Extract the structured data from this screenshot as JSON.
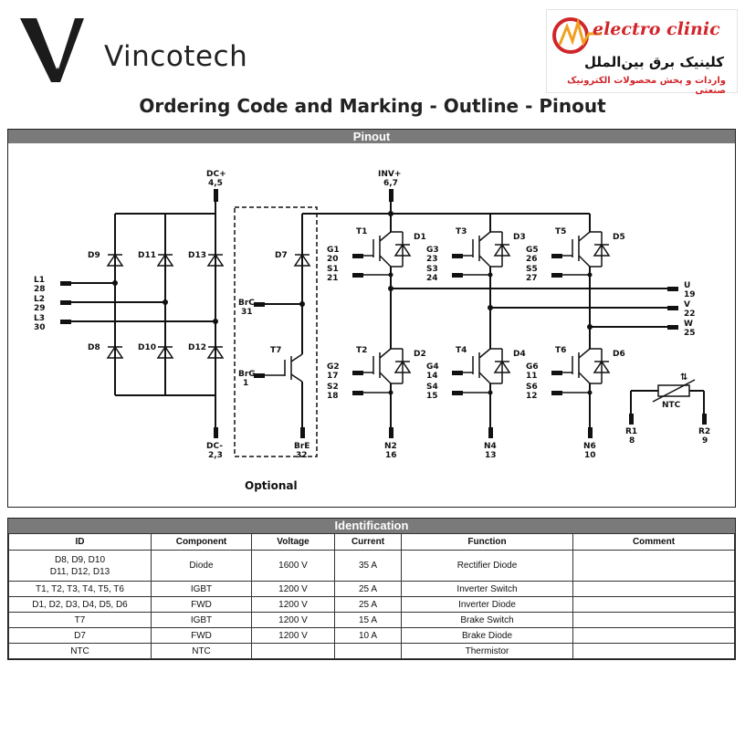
{
  "header": {
    "brand_name": "Vincotech",
    "title": "Ordering Code and Marking - Outline - Pinout"
  },
  "partner": {
    "logo_text": "electro clinic",
    "line1": "کلینیک برق بین‌الملل",
    "line2": "واردات و پخش محصولات الکترونیک صنعتی",
    "accent_color": "#d0262b"
  },
  "pinout": {
    "section_title": "Pinout",
    "optional_label": "Optional",
    "dc_plus": {
      "name": "DC+",
      "pins": "4,5"
    },
    "dc_minus": {
      "name": "DC-",
      "pins": "2,3"
    },
    "inv_plus": {
      "name": "INV+",
      "pins": "6,7"
    },
    "inputs": [
      {
        "name": "L1",
        "pin": "28"
      },
      {
        "name": "L2",
        "pin": "29"
      },
      {
        "name": "L3",
        "pin": "30"
      }
    ],
    "rectifier_upper": [
      "D9",
      "D11",
      "D13"
    ],
    "rectifier_lower": [
      "D8",
      "D10",
      "D12"
    ],
    "brake": {
      "diode": "D7",
      "igbt": "T7",
      "brc": {
        "name": "BrC",
        "pin": "31"
      },
      "brg": {
        "name": "BrG",
        "pin": "1"
      },
      "bre": {
        "name": "BrE",
        "pin": "32"
      }
    },
    "upper_switches": [
      {
        "t": "T1",
        "d": "D1",
        "g": "G1",
        "gp": "20",
        "s": "S1",
        "sp": "21"
      },
      {
        "t": "T3",
        "d": "D3",
        "g": "G3",
        "gp": "23",
        "s": "S3",
        "sp": "24"
      },
      {
        "t": "T5",
        "d": "D5",
        "g": "G5",
        "gp": "26",
        "s": "S5",
        "sp": "27"
      }
    ],
    "lower_switches": [
      {
        "t": "T2",
        "d": "D2",
        "g": "G2",
        "gp": "17",
        "s": "S2",
        "sp": "18"
      },
      {
        "t": "T4",
        "d": "D4",
        "g": "G4",
        "gp": "14",
        "s": "S4",
        "sp": "15"
      },
      {
        "t": "T6",
        "d": "D6",
        "g": "G6",
        "gp": "11",
        "s": "S6",
        "sp": "12"
      }
    ],
    "emitters": [
      {
        "name": "N2",
        "pin": "16"
      },
      {
        "name": "N4",
        "pin": "13"
      },
      {
        "name": "N6",
        "pin": "10"
      }
    ],
    "outputs": [
      {
        "name": "U",
        "pin": "19"
      },
      {
        "name": "V",
        "pin": "22"
      },
      {
        "name": "W",
        "pin": "25"
      }
    ],
    "ntc": {
      "label": "NTC",
      "r1": {
        "name": "R1",
        "pin": "8"
      },
      "r2": {
        "name": "R2",
        "pin": "9"
      }
    }
  },
  "identification": {
    "section_title": "Identification",
    "columns": [
      "ID",
      "Component",
      "Voltage",
      "Current",
      "Function",
      "Comment"
    ],
    "rows": [
      {
        "id_lines": [
          "D8, D9, D10",
          "D11, D12, D13"
        ],
        "component": "Diode",
        "voltage": "1600 V",
        "current": "35 A",
        "function": "Rectifier Diode",
        "comment": ""
      },
      {
        "id_lines": [
          "T1, T2, T3, T4, T5, T6"
        ],
        "component": "IGBT",
        "voltage": "1200 V",
        "current": "25 A",
        "function": "Inverter Switch",
        "comment": ""
      },
      {
        "id_lines": [
          "D1, D2, D3, D4, D5, D6"
        ],
        "component": "FWD",
        "voltage": "1200 V",
        "current": "25 A",
        "function": "Inverter Diode",
        "comment": ""
      },
      {
        "id_lines": [
          "T7"
        ],
        "component": "IGBT",
        "voltage": "1200 V",
        "current": "15 A",
        "function": "Brake Switch",
        "comment": ""
      },
      {
        "id_lines": [
          "D7"
        ],
        "component": "FWD",
        "voltage": "1200 V",
        "current": "10 A",
        "function": "Brake Diode",
        "comment": ""
      },
      {
        "id_lines": [
          "NTC"
        ],
        "component": "NTC",
        "voltage": "",
        "current": "",
        "function": "Thermistor",
        "comment": ""
      }
    ]
  }
}
